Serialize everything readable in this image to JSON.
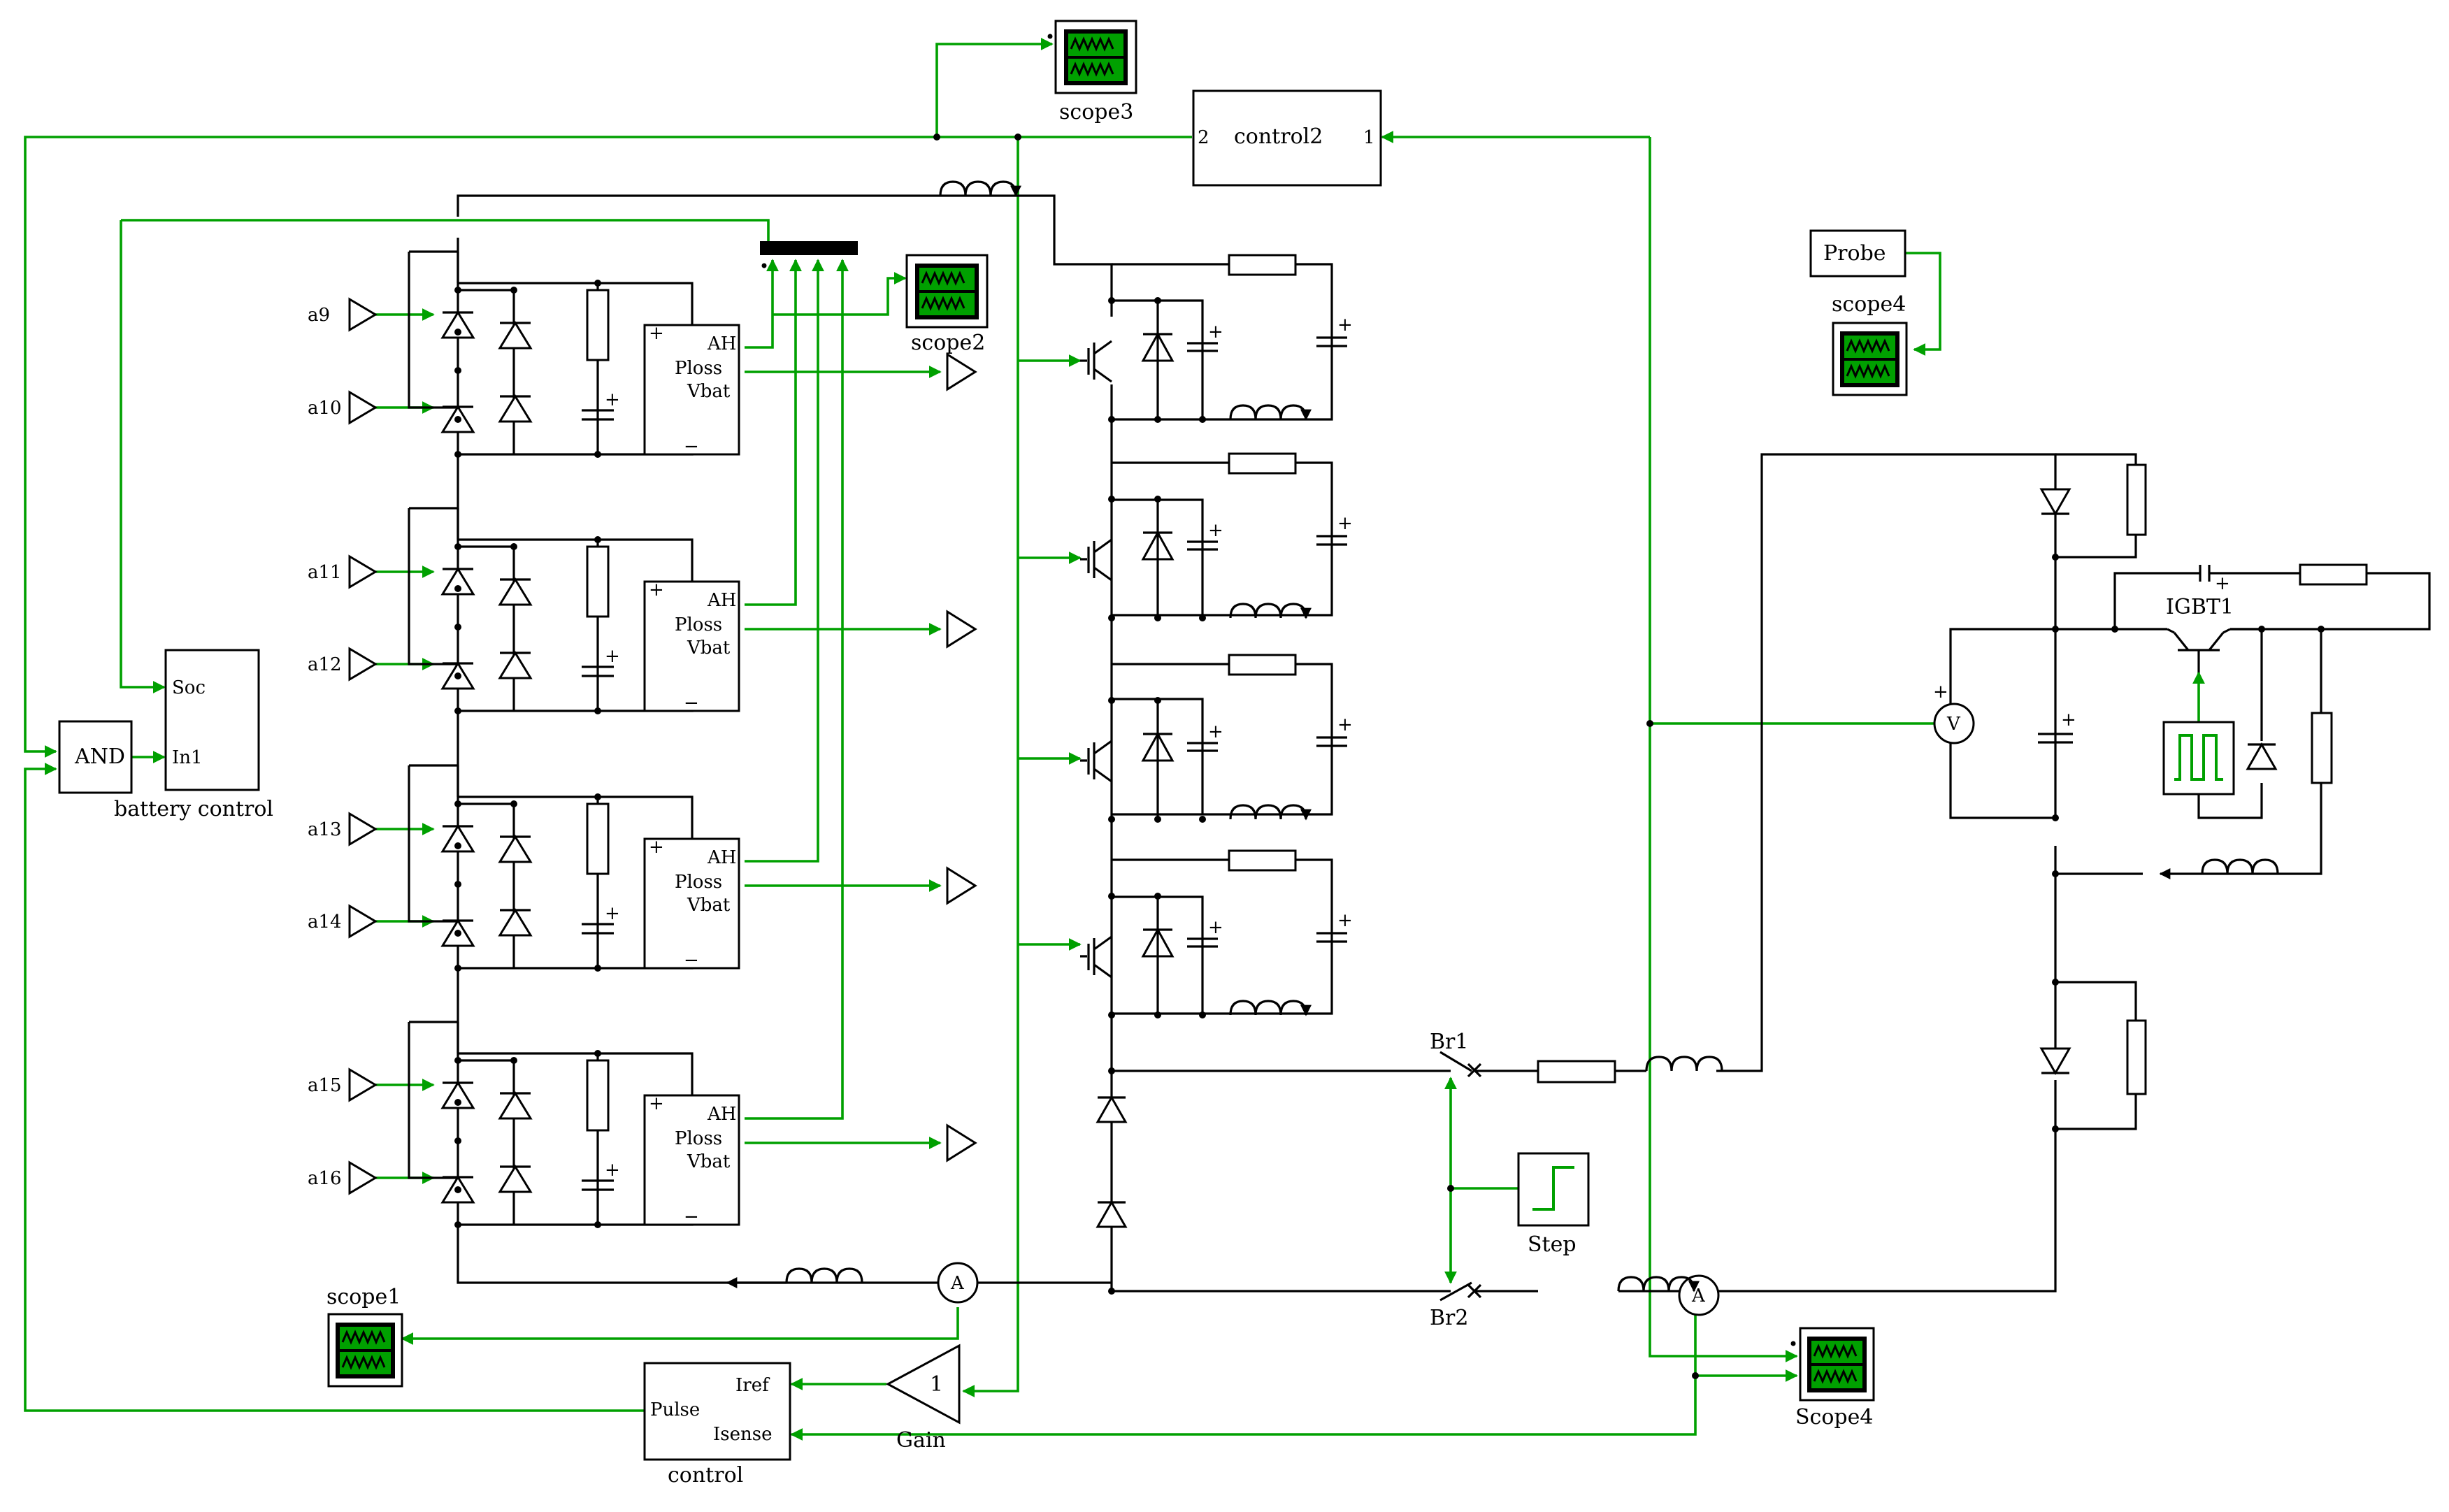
{
  "labels": {
    "scope1": "scope1",
    "scope2": "scope2",
    "scope3": "scope3",
    "scope4_lower": "scope4",
    "scope4_upper": "Scope4",
    "probe": "Probe",
    "control2": "control2",
    "control2_port1": "1",
    "control2_port2": "2",
    "and_gate": "AND",
    "battery_control": "battery control",
    "battery_soc": "Soc",
    "battery_in1": "In1",
    "control": "control",
    "control_iref": "Iref",
    "control_pulse": "Pulse",
    "control_isense": "Isense",
    "gain": "Gain",
    "gain_value": "1",
    "step": "Step",
    "br1": "Br1",
    "br2": "Br2",
    "igbt1": "IGBT1",
    "ammeter": "A",
    "voltmeter": "V"
  },
  "battery_inputs": [
    "a9",
    "a10",
    "a11",
    "a12",
    "a13",
    "a14",
    "a15",
    "a16"
  ],
  "battery_block_ports": [
    "AH",
    "Ploss",
    "Vbat"
  ],
  "colors": {
    "signal": "#00a000",
    "wire": "#000000",
    "scope_screen": "#00aa00"
  }
}
